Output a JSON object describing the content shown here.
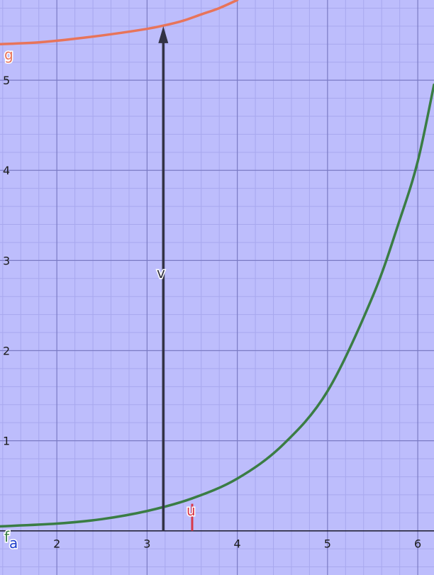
{
  "chart_data": {
    "type": "line",
    "title": "",
    "xlabel": "",
    "ylabel": "",
    "xlim": [
      1.37,
      6.18
    ],
    "ylim": [
      -0.49,
      5.89
    ],
    "grid": true,
    "minor_grid": true,
    "x_ticks": [
      "2",
      "3",
      "4",
      "5",
      "6"
    ],
    "y_ticks": [
      "1",
      "2",
      "3",
      "4",
      "5"
    ],
    "series": [
      {
        "name": "g",
        "color": "#e8745a",
        "x": [
          1.37,
          1.8,
          2.2,
          2.6,
          3.0,
          3.2,
          3.4,
          3.6,
          3.8,
          4.0
        ],
        "y": [
          5.4,
          5.42,
          5.46,
          5.51,
          5.57,
          5.61,
          5.66,
          5.73,
          5.8,
          5.89
        ]
      },
      {
        "name": "f",
        "color": "#3a7d44",
        "x": [
          1.37,
          2.0,
          2.5,
          3.0,
          3.5,
          4.0,
          4.5,
          5.0,
          5.5,
          5.8,
          6.0,
          6.18
        ],
        "y": [
          0.05,
          0.08,
          0.13,
          0.22,
          0.36,
          0.58,
          0.95,
          1.55,
          2.6,
          3.45,
          4.1,
          4.95
        ]
      }
    ],
    "vectors": [
      {
        "name": "v",
        "color": "#333344",
        "from": [
          3.18,
          0.0
        ],
        "to": [
          3.18,
          5.6
        ]
      },
      {
        "name": "u",
        "color": "#d83848",
        "from": [
          3.5,
          0.0
        ],
        "to": [
          3.5,
          0.3
        ]
      }
    ],
    "labels": {
      "g": {
        "text": "g",
        "color": "#e8745a"
      },
      "f": {
        "text": "f",
        "color": "#3a7d44"
      },
      "a": {
        "text": "a",
        "color": "#1a3ccc"
      },
      "v": {
        "text": "v",
        "color": "#333344"
      },
      "u": {
        "text": "u",
        "color": "#d83848"
      }
    }
  }
}
